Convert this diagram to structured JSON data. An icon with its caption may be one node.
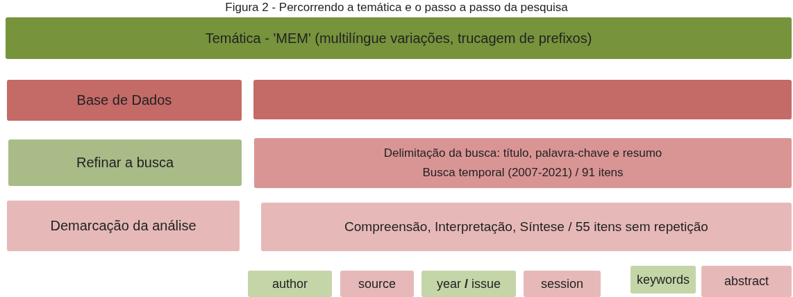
{
  "diagram": {
    "title": "Figura 2 - Percorrendo a temática e o passo a passo da pesquisa",
    "nodes": [
      {
        "text": [
          "Temática  - 'MEM' (multilíngue variações, trucagem de prefixos)"
        ]
      },
      {
        "text": [
          "Base de Dados"
        ]
      },
      {
        "text": [],
        "shape": "box"
      },
      {
        "text": [
          "Refinar a busca"
        ]
      },
      {
        "text": [
          "Delimitação da busca: título, palavra-chave e resumo",
          "Busca temporal (2007-2021) / 91 itens"
        ]
      },
      {
        "text": [
          "Demarcação da análise"
        ]
      },
      {
        "text": [
          "Compreensão, Interpretação, Síntese / 55 itens sem repetição"
        ]
      },
      {
        "text": [
          "author"
        ]
      },
      {
        "text": [
          "source"
        ]
      },
      {
        "text": [
          "year **/** issue"
        ]
      },
      {
        "text": [
          "session"
        ]
      },
      {
        "text": [
          "keywords"
        ]
      },
      {
        "text": [
          "abstract"
        ]
      }
    ]
  }
}
